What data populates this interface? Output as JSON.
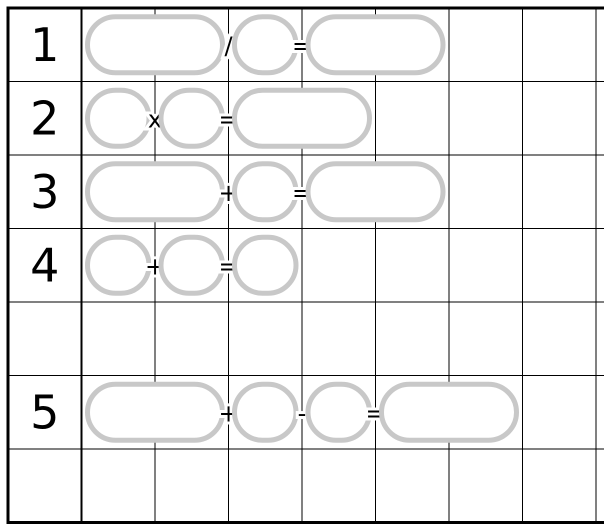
{
  "puzzle": {
    "columns": 8,
    "rows": [
      {
        "number": "1",
        "capsules": [
          2,
          1,
          2
        ],
        "operators": [
          "/",
          "="
        ]
      },
      {
        "number": "2",
        "capsules": [
          1,
          1,
          2
        ],
        "operators": [
          "x",
          "="
        ]
      },
      {
        "number": "3",
        "capsules": [
          2,
          1,
          2
        ],
        "operators": [
          "+",
          "="
        ]
      },
      {
        "number": "4",
        "capsules": [
          1,
          1,
          1
        ],
        "operators": [
          "+",
          "="
        ]
      },
      {
        "number": "",
        "capsules": [],
        "operators": []
      },
      {
        "number": "5",
        "capsules": [
          2,
          1,
          1,
          2
        ],
        "operators": [
          "+",
          "-",
          "="
        ]
      },
      {
        "number": "",
        "capsules": [],
        "operators": []
      }
    ]
  },
  "colors": {
    "grid_line": "#000000",
    "capsule": "#c8c8c8",
    "text": "#000000"
  }
}
